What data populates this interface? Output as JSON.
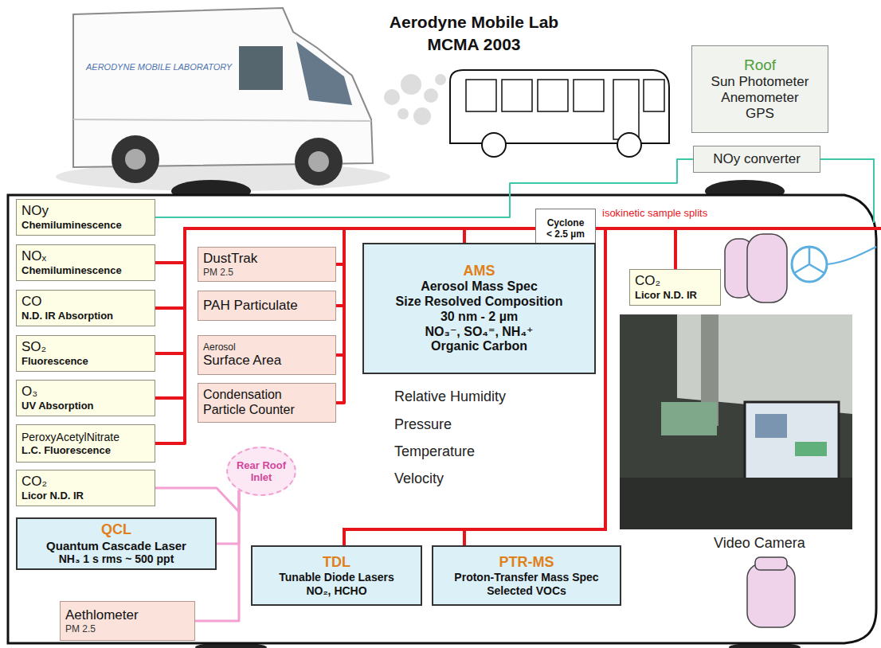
{
  "diagram": {
    "title": "Aerodyne Mobile Lab MCMA 2003",
    "nodes": [
      {
        "text": [
          "Roof",
          "Sun Photometer",
          "Anemometer",
          "GPS"
        ]
      },
      {
        "text": [
          "NOy converter"
        ]
      },
      {
        "text": [
          "NOy",
          "Chemiluminescence"
        ]
      },
      {
        "text": [
          "Cyclone",
          "< 2.5 µm"
        ]
      },
      {
        "text": [
          "NOₓ",
          "Chemiluminescence"
        ]
      },
      {
        "text": [
          "DustTrak",
          "PM 2.5"
        ]
      },
      {
        "text": [
          "AMS",
          "Aerosol Mass Spec",
          "Size Resolved Composition",
          "30 nm - 2 µm",
          "NO₃⁻, SO₄⁼, NH₄⁺",
          "Organic Carbon"
        ]
      },
      {
        "text": [
          "CO",
          "N.D. IR Absorption"
        ]
      },
      {
        "text": [
          "PAH Particulate"
        ]
      },
      {
        "text": [
          "CO₂",
          "Licor N.D. IR"
        ]
      },
      {
        "text": [
          "SO₂",
          "Fluorescence"
        ]
      },
      {
        "text": [
          "Aerosol",
          "Surface Area"
        ]
      },
      {
        "text": [
          "O₃",
          "UV Absorption"
        ]
      },
      {
        "text": [
          "Condensation Particle Counter"
        ]
      },
      {
        "text": [
          "PeroxyAcetylNitrate",
          "L.C. Fluorescence"
        ]
      },
      {
        "text": [
          "Rear Roof Inlet"
        ]
      },
      {
        "text": [
          "CO₂",
          "Licor N.D. IR"
        ]
      },
      {
        "text": [
          "QCL",
          "Quantum Cascade Laser",
          "NH₃ 1 s rms ~ 500 ppt"
        ]
      },
      {
        "text": [
          "TDL",
          "Tunable Diode Lasers",
          "NO₂, HCHO"
        ]
      },
      {
        "text": [
          "PTR-MS",
          "Proton-Transfer Mass Spec",
          "Selected VOCs"
        ]
      },
      {
        "text": [
          "Aethlometer",
          "PM 2.5"
        ]
      }
    ],
    "edges": [
      {
        "from": 1,
        "to": 2,
        "arrow": "none"
      },
      {
        "from": 3,
        "to": 4,
        "arrow": "none"
      },
      {
        "from": 3,
        "to": 7,
        "arrow": "none"
      },
      {
        "from": 3,
        "to": 10,
        "arrow": "none"
      },
      {
        "from": 3,
        "to": 12,
        "arrow": "none"
      },
      {
        "from": 3,
        "to": 14,
        "arrow": "none"
      },
      {
        "from": 3,
        "to": 5,
        "arrow": "none"
      },
      {
        "from": 3,
        "to": 8,
        "arrow": "none"
      },
      {
        "from": 3,
        "to": 11,
        "arrow": "none"
      },
      {
        "from": 3,
        "to": 13,
        "arrow": "none"
      },
      {
        "from": 3,
        "to": 6,
        "arrow": "none"
      },
      {
        "from": 15,
        "to": 16,
        "arrow": "none"
      },
      {
        "from": 15,
        "to": 17,
        "arrow": "none"
      },
      {
        "from": 15,
        "to": 20,
        "arrow": "none"
      }
    ],
    "labels": [
      "AERODYNE MOBILE LABORATORY",
      "isokinetic sample splits",
      "Relative Humidity",
      "Pressure",
      "Temperature",
      "Velocity",
      "Video Camera"
    ]
  }
}
